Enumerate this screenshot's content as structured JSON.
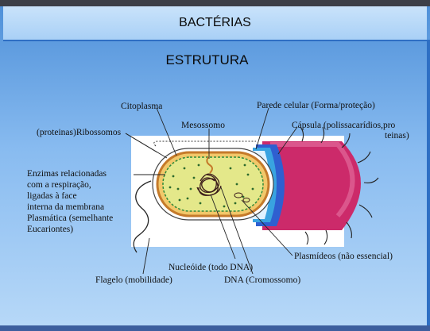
{
  "slide": {
    "title": "BACTÉRIAS",
    "subtitle": "ESTRUTURA"
  },
  "labels": {
    "citoplasma": "Citoplasma",
    "parede": "Parede celular (Forma/proteção)",
    "mesossomo": "Mesossomo",
    "capsula_1": "Cápsula (polissacarídios,pro",
    "capsula_2": "teinas)",
    "ribossomos": "(proteinas)Ribossomos",
    "enzimas": [
      "Enzimas relacionadas",
      "com a respiração,",
      "ligadas à face",
      "interna da membrana",
      "Plasmática (semelhante",
      "Eucariontes)"
    ],
    "plasmideos": "Plasmídeos (não essencial)",
    "nucleoide": "Nucleóide (todo DNA)",
    "flagelo": "Flagelo (mobilidade)",
    "dna": "DNA (Cromossomo)"
  },
  "colors": {
    "capsule": "#d02a6c",
    "cell_wall_blue": "#2f5fd0",
    "cytoplasm": "#e6e68a",
    "membrane_orange": "#e89a3a"
  }
}
